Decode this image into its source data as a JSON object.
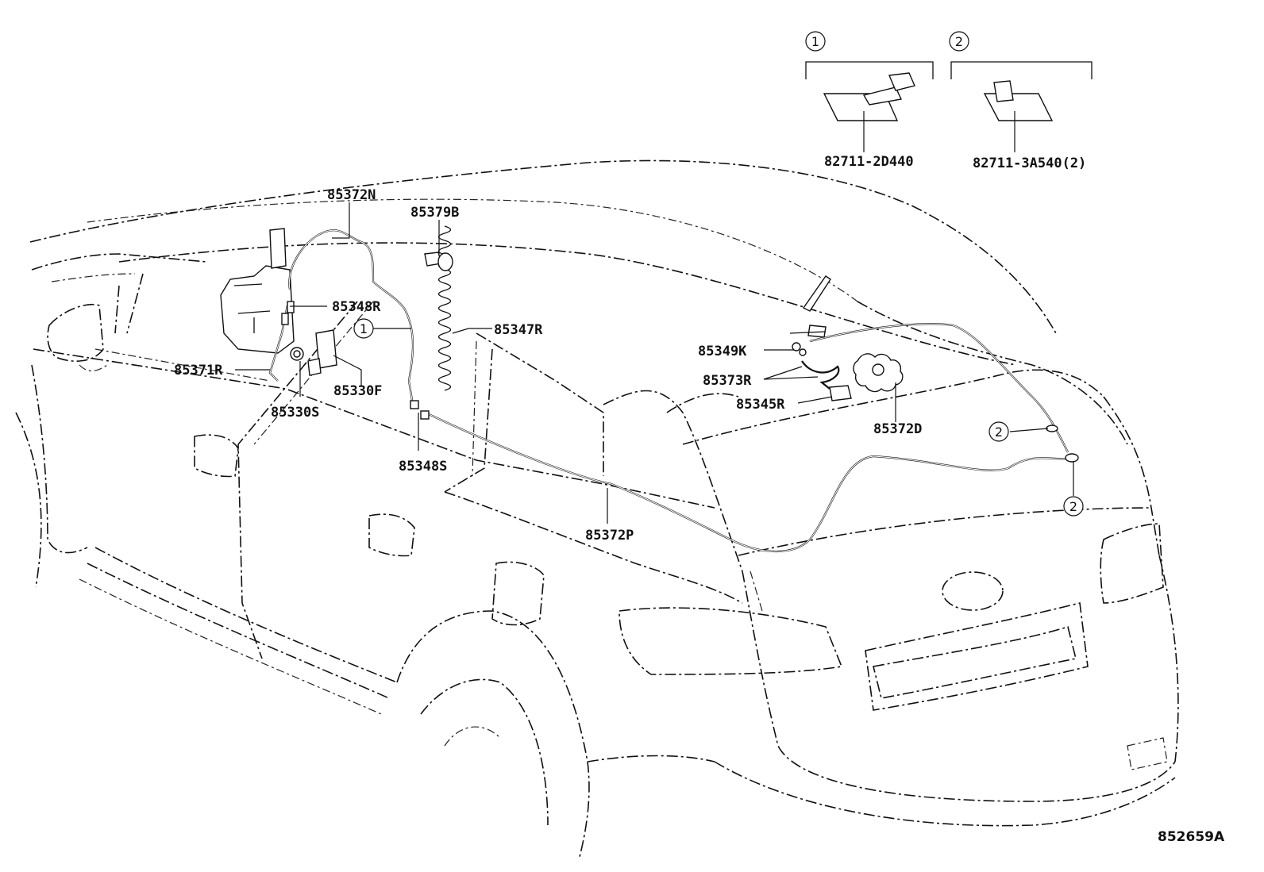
{
  "diagram_ref": "852659A",
  "insets": [
    {
      "marker": "1",
      "part": "82711-2D440"
    },
    {
      "marker": "2",
      "part": "82711-3A540(2)"
    }
  ],
  "callouts": {
    "p85372N": "85372N",
    "p85379B": "85379B",
    "p85348R": "85348R",
    "p85347R": "85347R",
    "p85371R": "85371R",
    "p85330F": "85330F",
    "p85330S": "85330S",
    "p85348S": "85348S",
    "p85372P": "85372P",
    "p85349K": "85349K",
    "p85373R": "85373R",
    "p85345R": "85345R",
    "p85372D": "85372D"
  },
  "markers": {
    "clip_front": "1",
    "clip_rear_upper": "2",
    "clip_rear_lower": "2"
  }
}
